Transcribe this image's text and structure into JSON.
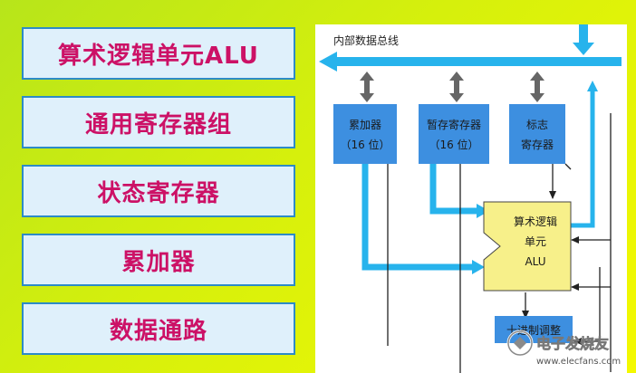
{
  "menu": {
    "items": [
      {
        "label": "算术逻辑单元ALU"
      },
      {
        "label": "通用寄存器组"
      },
      {
        "label": "状态寄存器"
      },
      {
        "label": "累加器"
      },
      {
        "label": "数据通路"
      }
    ]
  },
  "diagram": {
    "bus_label": "内部数据总线",
    "registers": {
      "acc": {
        "line1": "累加器",
        "line2": "（16 位）"
      },
      "temp": {
        "line1": "暂存寄存器",
        "line2": "（16 位）"
      },
      "flag": {
        "line1": "标志",
        "line2": "寄存器"
      }
    },
    "alu": {
      "line1": "算术逻辑",
      "line2": "单元",
      "line3": "ALU"
    },
    "control": {
      "label": "十进制调整"
    }
  },
  "watermark": {
    "brand": "电子发烧友",
    "url": "www.elecfans.com"
  },
  "colors": {
    "register_fill": "#3d8fe0",
    "alu_fill": "#f7f08a",
    "arrow_blue": "#27b3ec",
    "menu_text": "#cc1166",
    "menu_border": "#2d8bc6"
  }
}
